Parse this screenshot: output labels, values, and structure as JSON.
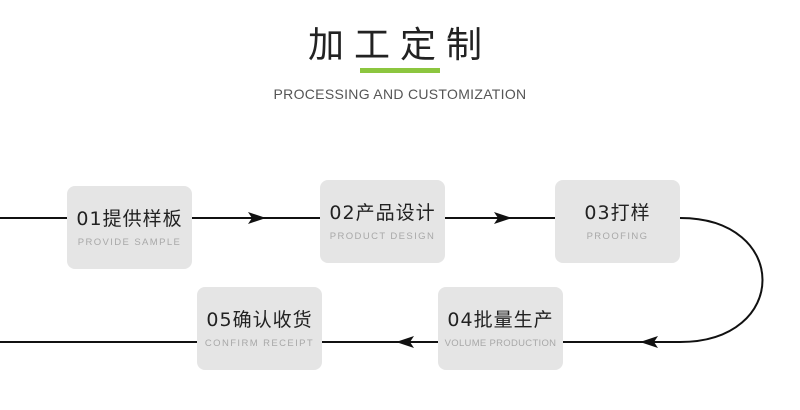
{
  "header": {
    "title": "加工定制",
    "subtitle": "PROCESSING AND CUSTOMIZATION"
  },
  "colors": {
    "accent": "#8cc63f",
    "box": "#e5e5e5",
    "line": "#111111"
  },
  "steps": [
    {
      "label": "01提供样板",
      "sub": "PROVIDE SAMPLE"
    },
    {
      "label": "02产品设计",
      "sub": "PRODUCT DESIGN"
    },
    {
      "label": "03打样",
      "sub": "PROOFING"
    },
    {
      "label": "04批量生产",
      "sub": "VOLUME PRODUCTION"
    },
    {
      "label": "05确认收货",
      "sub": "CONFIRM RECEIPT"
    }
  ]
}
